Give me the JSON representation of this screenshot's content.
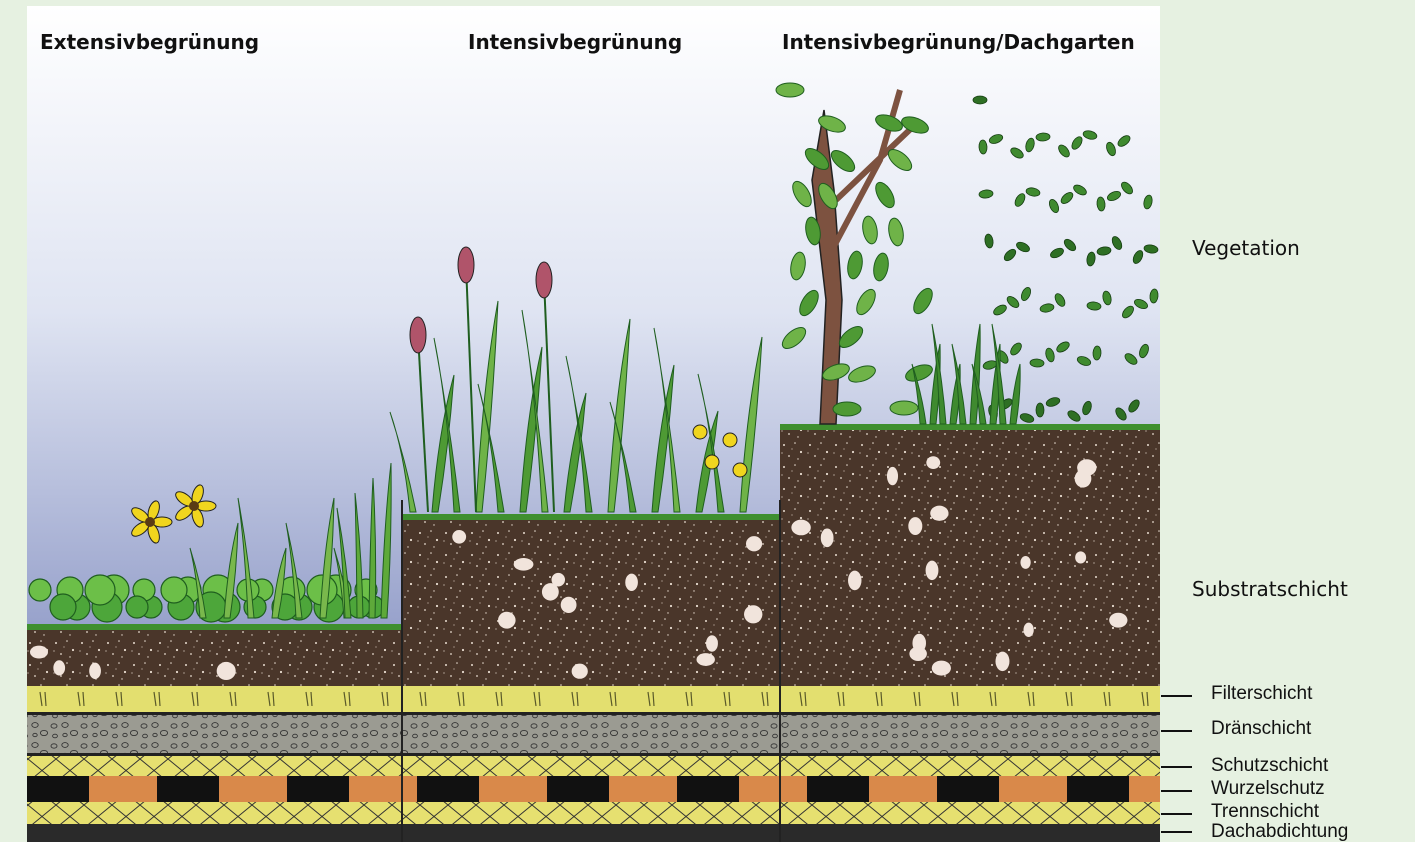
{
  "columns": [
    {
      "title": "Extensivbegrünung"
    },
    {
      "title": "Intensivbegrünung"
    },
    {
      "title": "Intensivbegrünung/Dachgarten"
    }
  ],
  "zones": {
    "vegetation": "Vegetation",
    "substrate": "Substratschicht"
  },
  "layers": [
    {
      "label": "Filterschicht"
    },
    {
      "label": "Dränschicht"
    },
    {
      "label": "Schutzschicht"
    },
    {
      "label": "Wurzelschutz"
    },
    {
      "label": "Trennschicht"
    },
    {
      "label": "Dachabdichtung"
    }
  ],
  "colors": {
    "background": "#e6f1e1",
    "sky_top": "#ffffff",
    "sky_bottom": "#8a95c4",
    "soil": "#4a362a",
    "filter": "#e3df6f",
    "drainage": "#9b9b92",
    "protection": "#e6e070",
    "root_orange": "#d9894a",
    "root_black": "#111111",
    "membrane": "#2a2a2a",
    "plant_green": "#3f8f2f",
    "leaf_dark": "#1f5e1f",
    "flower_yellow": "#f0d51e",
    "flower_pink": "#b0546a"
  }
}
